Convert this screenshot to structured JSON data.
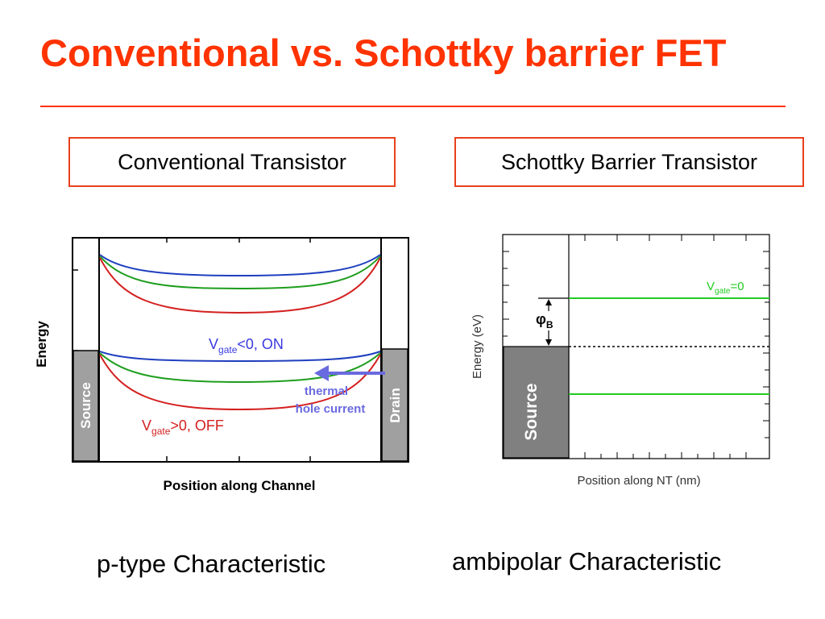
{
  "slide": {
    "title": "Conventional vs. Schottky barrier FET"
  },
  "left_panel": {
    "box_label": "Conventional Transistor",
    "y_axis_label": "Energy",
    "x_axis_label": "Position along Channel",
    "source_label": "Source",
    "drain_label": "Drain",
    "on_label": {
      "v": "V",
      "sub": "gate",
      "rest": "<0, ON"
    },
    "off_label": {
      "v": "V",
      "sub": "gate",
      "rest": ">0, OFF"
    },
    "arrow_label_line1": "thermal",
    "arrow_label_line2": "hole current",
    "caption": "p-type Characteristic",
    "colors": {
      "blue": "#1f3fbf",
      "green": "#1e9e1e",
      "red": "#d42020",
      "arrow": "#6a6ae0",
      "contact": "#a0a0a0"
    }
  },
  "right_panel": {
    "box_label": "Schottky Barrier Transistor",
    "y_axis_label": "Energy (eV)",
    "x_axis_label": "Position along NT (nm)",
    "source_label": "Source",
    "phi_label": {
      "sym": "φ",
      "sub": "B"
    },
    "vgate_label": {
      "v": "V",
      "sub": "gate",
      "rest": "=0"
    },
    "caption": "ambipolar Characteristic",
    "colors": {
      "green": "#22cc22",
      "contact": "#808080"
    }
  }
}
